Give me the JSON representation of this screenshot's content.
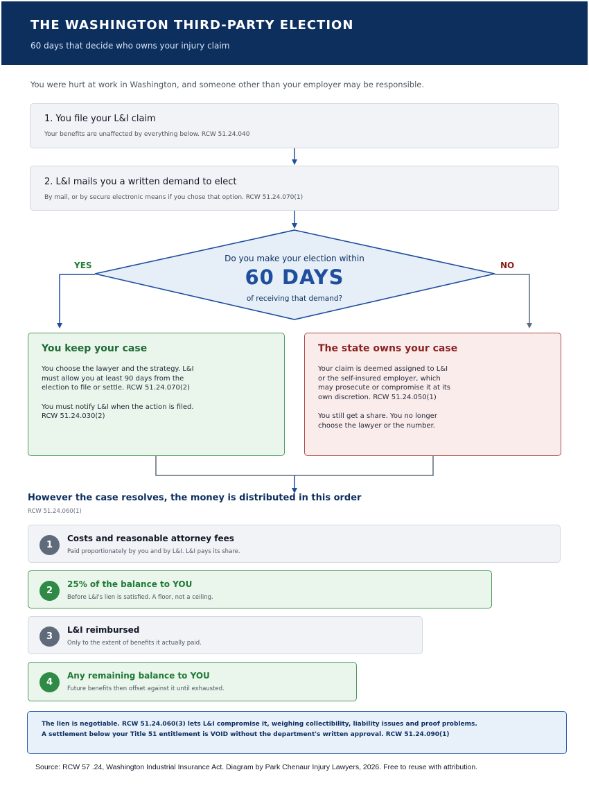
{
  "header": {
    "title": "THE WASHINGTON THIRD-PARTY ELECTION",
    "subtitle": "60 days that decide who owns your injury claim"
  },
  "intro": "You were hurt at work in Washington, and someone other than your employer may be responsible.",
  "steps": [
    {
      "title": "1. You file your L&I claim",
      "note": "Your benefits are unaffected by everything below. RCW 51.24.040"
    },
    {
      "title": "2. L&I mails you a written demand to elect",
      "note": "By mail, or by secure electronic means if you chose that option. RCW 51.24.070(1)"
    }
  ],
  "decision": {
    "line1": "Do you make your election within",
    "emphasis": "60 DAYS",
    "line2": "of receiving that demand?",
    "yes_label": "YES",
    "no_label": "NO"
  },
  "outcomes": {
    "keep": {
      "title": "You keep your case",
      "para1": "You choose the lawyer and the strategy. L&I must allow you at least 90 days from the election to file or settle. RCW 51.24.070(2)",
      "para2": "You must notify L&I when the action is filed. RCW 51.24.030(2)"
    },
    "state": {
      "title": "The state owns your case",
      "para1": "Your claim is deemed assigned to L&I or the self-insured employer, which may prosecute or compromise it at its own discretion. RCW 51.24.050(1)",
      "para2": "You still get a share. You no longer choose the lawyer or the number."
    }
  },
  "distribution": {
    "heading": "However the case resolves, the money is distributed in this order",
    "ref": "RCW 51.24.060(1)",
    "tiers": [
      {
        "number": "1",
        "title": "Costs and reasonable attorney fees",
        "note": "Paid proportionately by you and by L&I. L&I pays its share."
      },
      {
        "number": "2",
        "title": "25% of the balance to YOU",
        "note": "Before L&I's lien is satisfied. A floor, not a ceiling."
      },
      {
        "number": "3",
        "title": "L&I reimbursed",
        "note": "Only to the extent of benefits it actually paid."
      },
      {
        "number": "4",
        "title": "Any remaining balance to YOU",
        "note": "Future benefits then offset against it until exhausted."
      }
    ]
  },
  "notice": {
    "line1": "The lien is negotiable. RCW 51.24.060(3) lets L&I compromise it, weighing collectibility, liability issues and proof problems.",
    "line2": "A settlement below your Title 51 entitlement is VOID without the department's written approval. RCW 51.24.090(1)"
  },
  "source": "Source: RCW 57 .24, Washington Industrial Insurance Act. Diagram by Park Chenaur Injury Lawyers, 2026. Free to reuse with attribution.",
  "colors": {
    "navy": "#0c2f5e",
    "arrow_blue": "#1f4e9c",
    "green": "#1f7a35",
    "red": "#8b2323",
    "gray_connector": "#5f6b7a"
  }
}
